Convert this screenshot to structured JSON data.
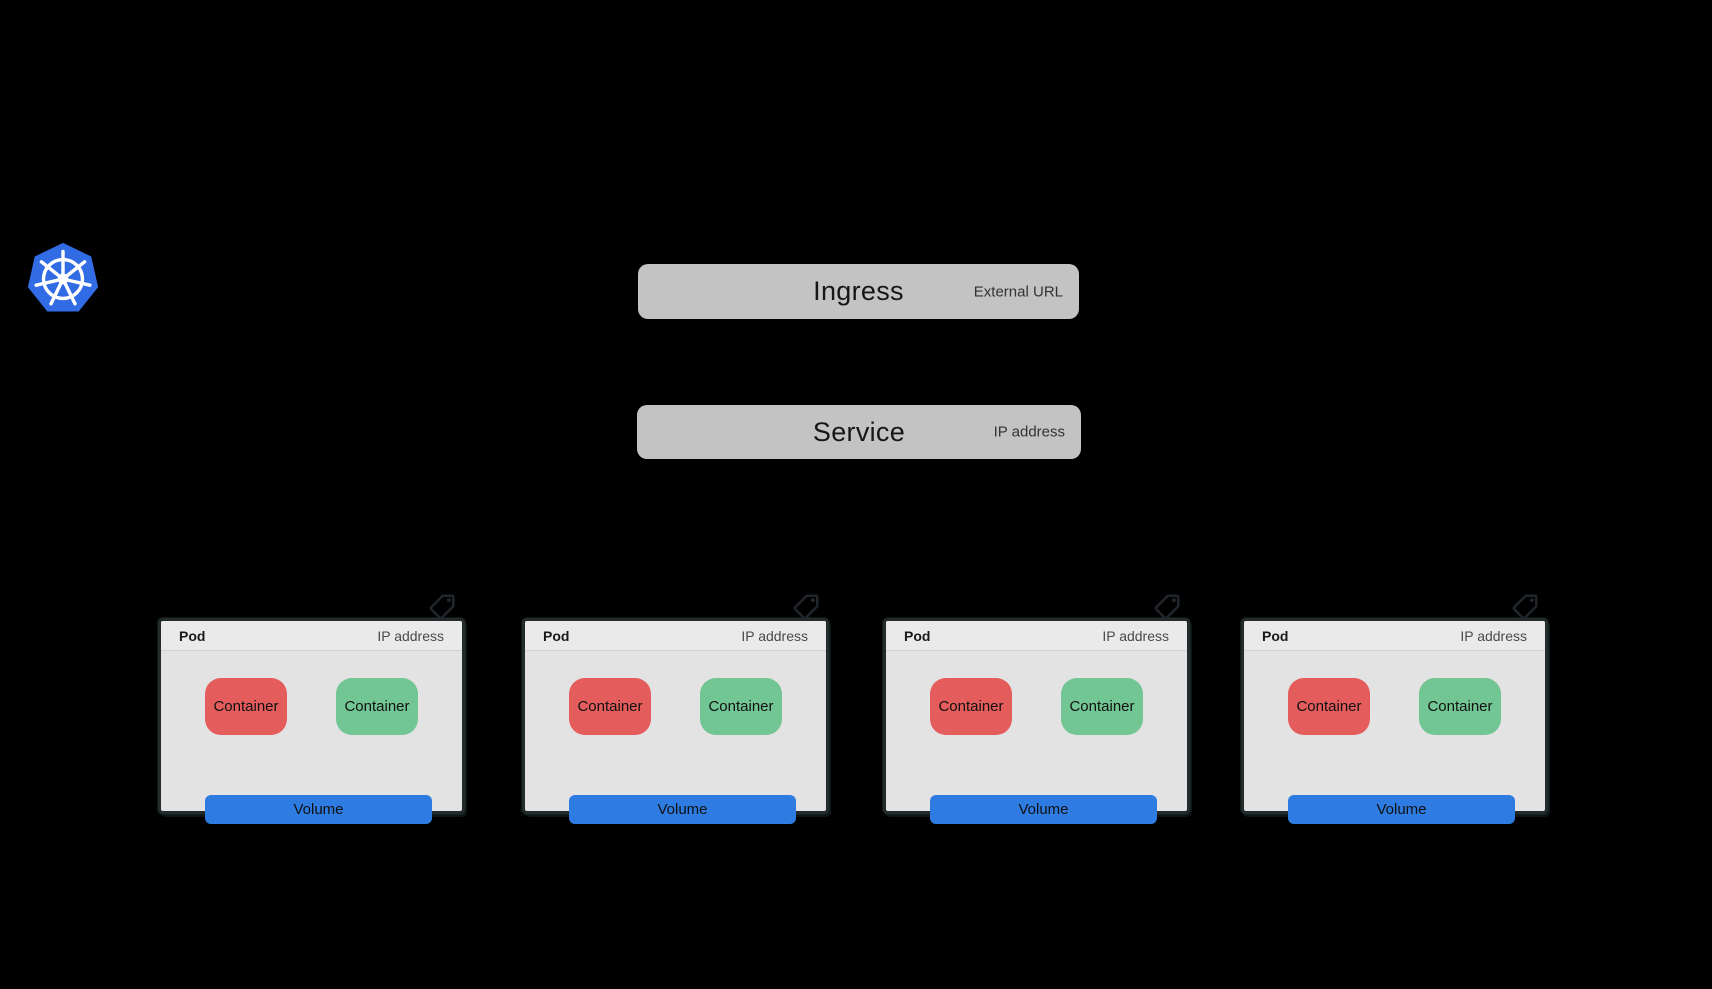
{
  "diagram": {
    "logo": {
      "name": "Kubernetes"
    },
    "ingress": {
      "label": "Ingress",
      "annotation": "External URL"
    },
    "service": {
      "label": "Service",
      "annotation": "IP address"
    },
    "pods": [
      {
        "title": "Pod",
        "annotation": "IP address",
        "containers": [
          {
            "label": "Container"
          },
          {
            "label": "Container"
          }
        ],
        "volume": {
          "label": "Volume"
        }
      },
      {
        "title": "Pod",
        "annotation": "IP address",
        "containers": [
          {
            "label": "Container"
          },
          {
            "label": "Container"
          }
        ],
        "volume": {
          "label": "Volume"
        }
      },
      {
        "title": "Pod",
        "annotation": "IP address",
        "containers": [
          {
            "label": "Container"
          },
          {
            "label": "Container"
          }
        ],
        "volume": {
          "label": "Volume"
        }
      },
      {
        "title": "Pod",
        "annotation": "IP address",
        "containers": [
          {
            "label": "Container"
          },
          {
            "label": "Container"
          }
        ],
        "volume": {
          "label": "Volume"
        }
      }
    ]
  },
  "colors": {
    "background": "#000000",
    "node_bar_bg": "#c3c3c3",
    "node_bar_text": "#161616",
    "node_bar_annotation": "#333333",
    "pod_bg": "#e3e3e3",
    "pod_header_bg": "#eaeaea",
    "pod_divider": "#d2d2d2",
    "pod_border": "#232b2b",
    "pod_title_text": "#1a1a1a",
    "pod_annotation_text": "#4a4a4a",
    "container_red": "#e45c5c",
    "container_green": "#72c693",
    "volume_blue": "#2e7ce2",
    "node_text": "#111111",
    "kubernetes_blue": "#326ce5",
    "wheel_white": "#ffffff",
    "tag_icon": "#20262b"
  }
}
